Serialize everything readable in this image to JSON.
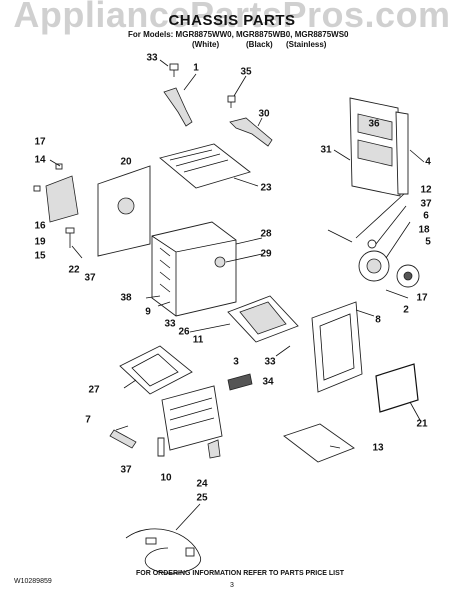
{
  "watermark": "AppliancePartsPros.com",
  "title": "CHASSIS PARTS",
  "models_line": "For Models: MGR8875WW0, MGR8875WB0, MGR8875WS0",
  "color_white": "(White)",
  "color_black": "(Black)",
  "color_stainless": "(Stainless)",
  "order_info": "FOR ORDERING INFORMATION REFER TO PARTS PRICE LIST",
  "doc_number": "W10289859",
  "page_number": "3",
  "callouts": [
    "33",
    "1",
    "35",
    "30",
    "36",
    "31",
    "4",
    "17",
    "14",
    "20",
    "23",
    "16",
    "19",
    "15",
    "22",
    "37",
    "28",
    "29",
    "12",
    "37",
    "6",
    "18",
    "5",
    "38",
    "9",
    "33",
    "26",
    "11",
    "17",
    "2",
    "8",
    "3",
    "33",
    "34",
    "27",
    "21",
    "7",
    "37",
    "10",
    "24",
    "13",
    "25"
  ]
}
